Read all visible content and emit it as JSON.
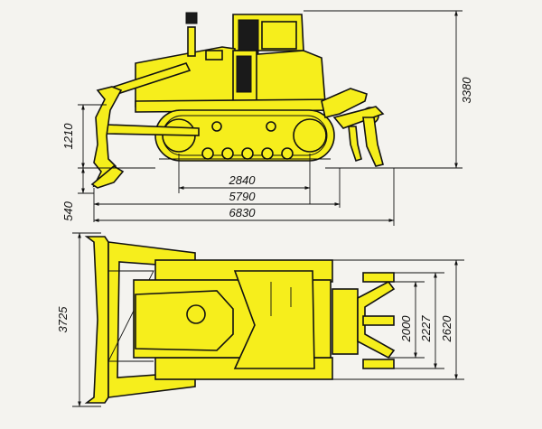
{
  "dimensions": {
    "height_total": "3380",
    "blade_height": "1210",
    "track_length": "2840",
    "length_no_ripper": "5790",
    "length_total": "6830",
    "blade_drop": "540",
    "blade_width": "3725",
    "track_gauge": "2000",
    "ripper_width": "2227",
    "overall_width": "2620"
  },
  "colors": {
    "body": "#f6ee1c",
    "outline": "#111111",
    "background": "#f4f3ef"
  }
}
